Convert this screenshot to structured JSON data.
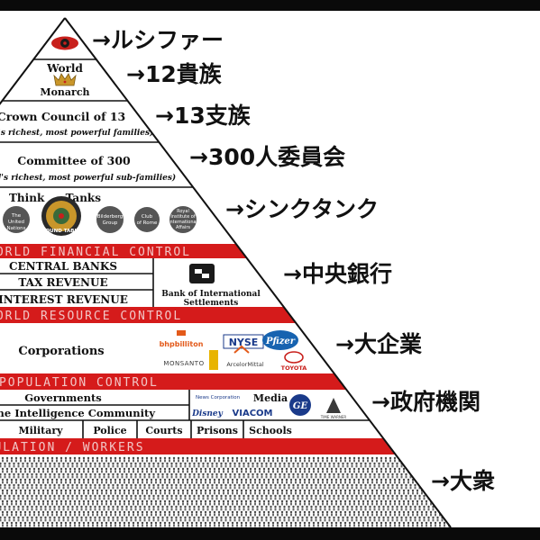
{
  "pyramid": {
    "tiers": {
      "world_monarch": {
        "line1": "World",
        "line2": "Monarch"
      },
      "crown_council": {
        "title": "Crown Council of 13",
        "subtitle": "(world's richest, most powerful families)"
      },
      "committee_300": {
        "title": "Committee of 300",
        "subtitle": "(world's richest, most powerful sub-families)"
      },
      "think_tanks": {
        "title_left": "Think",
        "title_right": "Tanks",
        "orgs": [
          "The United Nations",
          "ROUND TABLE",
          "Bilderberg Group",
          "Club of Rome",
          "Royal Institute of International Affairs"
        ]
      },
      "financial": {
        "band": "WORLD FINANCIAL CONTROL",
        "rows": [
          "CENTRAL BANKS",
          "TAX REVENUE",
          "INTEREST REVENUE"
        ],
        "bank_label_1": "Bank of International",
        "bank_label_2": "Settlements"
      },
      "resource": {
        "band": "WORLD RESOURCE CONTROL",
        "label": "Corporations",
        "logos": [
          "bhpbilliton",
          "NYSE",
          "Pfizer",
          "MONSANTO",
          "ArcelorMittal",
          "TOYOTA"
        ]
      },
      "population": {
        "band": "WORLD POPULATION CONTROL",
        "governments": "Governments",
        "intelligence": "The Intelligence Community",
        "cells": [
          "Military",
          "Police",
          "Courts",
          "Prisons",
          "Schools"
        ],
        "media_title": "Media",
        "media_logos": [
          "News Corporation",
          "Disney",
          "VIACOM",
          "GE",
          "TIME WARNER"
        ]
      },
      "workers": {
        "band": "POPULATION / WORKERS"
      }
    }
  },
  "annotations": [
    {
      "text": "→ルシファー",
      "target": "eye"
    },
    {
      "text": "→12貴族",
      "target": "world_monarch"
    },
    {
      "text": "→13支族",
      "target": "crown_council"
    },
    {
      "text": "→300人委員会",
      "target": "committee_300"
    },
    {
      "text": "→シンクタンク",
      "target": "think_tanks"
    },
    {
      "text": "→中央銀行",
      "target": "financial"
    },
    {
      "text": "→大企業",
      "target": "resource"
    },
    {
      "text": "→政府機関",
      "target": "population"
    },
    {
      "text": "→大衆",
      "target": "workers"
    }
  ],
  "colors": {
    "band_red": "#d51b1b",
    "band_text": "#f2c6c6",
    "outline": "#111111",
    "background": "#ffffff",
    "eye_red": "#c8201c",
    "crown_gold": "#c9962a"
  }
}
